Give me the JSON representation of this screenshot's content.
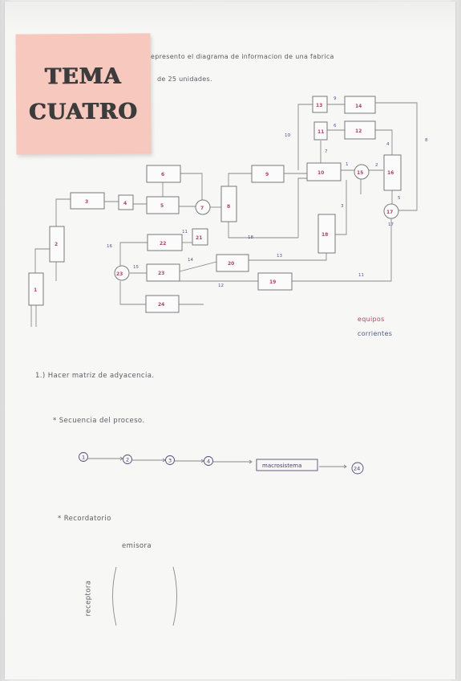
{
  "sticky_note": {
    "line1": "TEMA",
    "line2": "CUATRO"
  },
  "intro": {
    "line1": "epresento el diagrama  de informacion de una fabrica",
    "line2": "de 25 unidades."
  },
  "diagram": {
    "units": [
      "1",
      "2",
      "3",
      "4",
      "5",
      "6",
      "7",
      "8",
      "9",
      "10",
      "11",
      "12",
      "13",
      "14",
      "15",
      "16",
      "17",
      "18",
      "19",
      "20",
      "21",
      "22",
      "23",
      "24"
    ],
    "stream_labels": [
      "9",
      "6",
      "10",
      "7",
      "1",
      "2",
      "4",
      "8",
      "3",
      "5",
      "11",
      "16",
      "18",
      "13",
      "14",
      "15",
      "12",
      "11",
      "17"
    ]
  },
  "legend": {
    "line1": "equipos",
    "line2": "corrientes"
  },
  "tasks": {
    "task1": "1.) Hacer matriz de adyacencia.",
    "sequence_heading": "* Secuencia del proceso.",
    "sequence": [
      "1",
      "2",
      "3",
      "4",
      "macrosistema",
      "24"
    ],
    "reminder_heading": "* Recordatorio",
    "emisora": "emisora",
    "receptora": "receptora"
  },
  "colors": {
    "note": "#f7c8be",
    "ink": "#5b5b63",
    "unit_numbers": "#b0446a"
  }
}
